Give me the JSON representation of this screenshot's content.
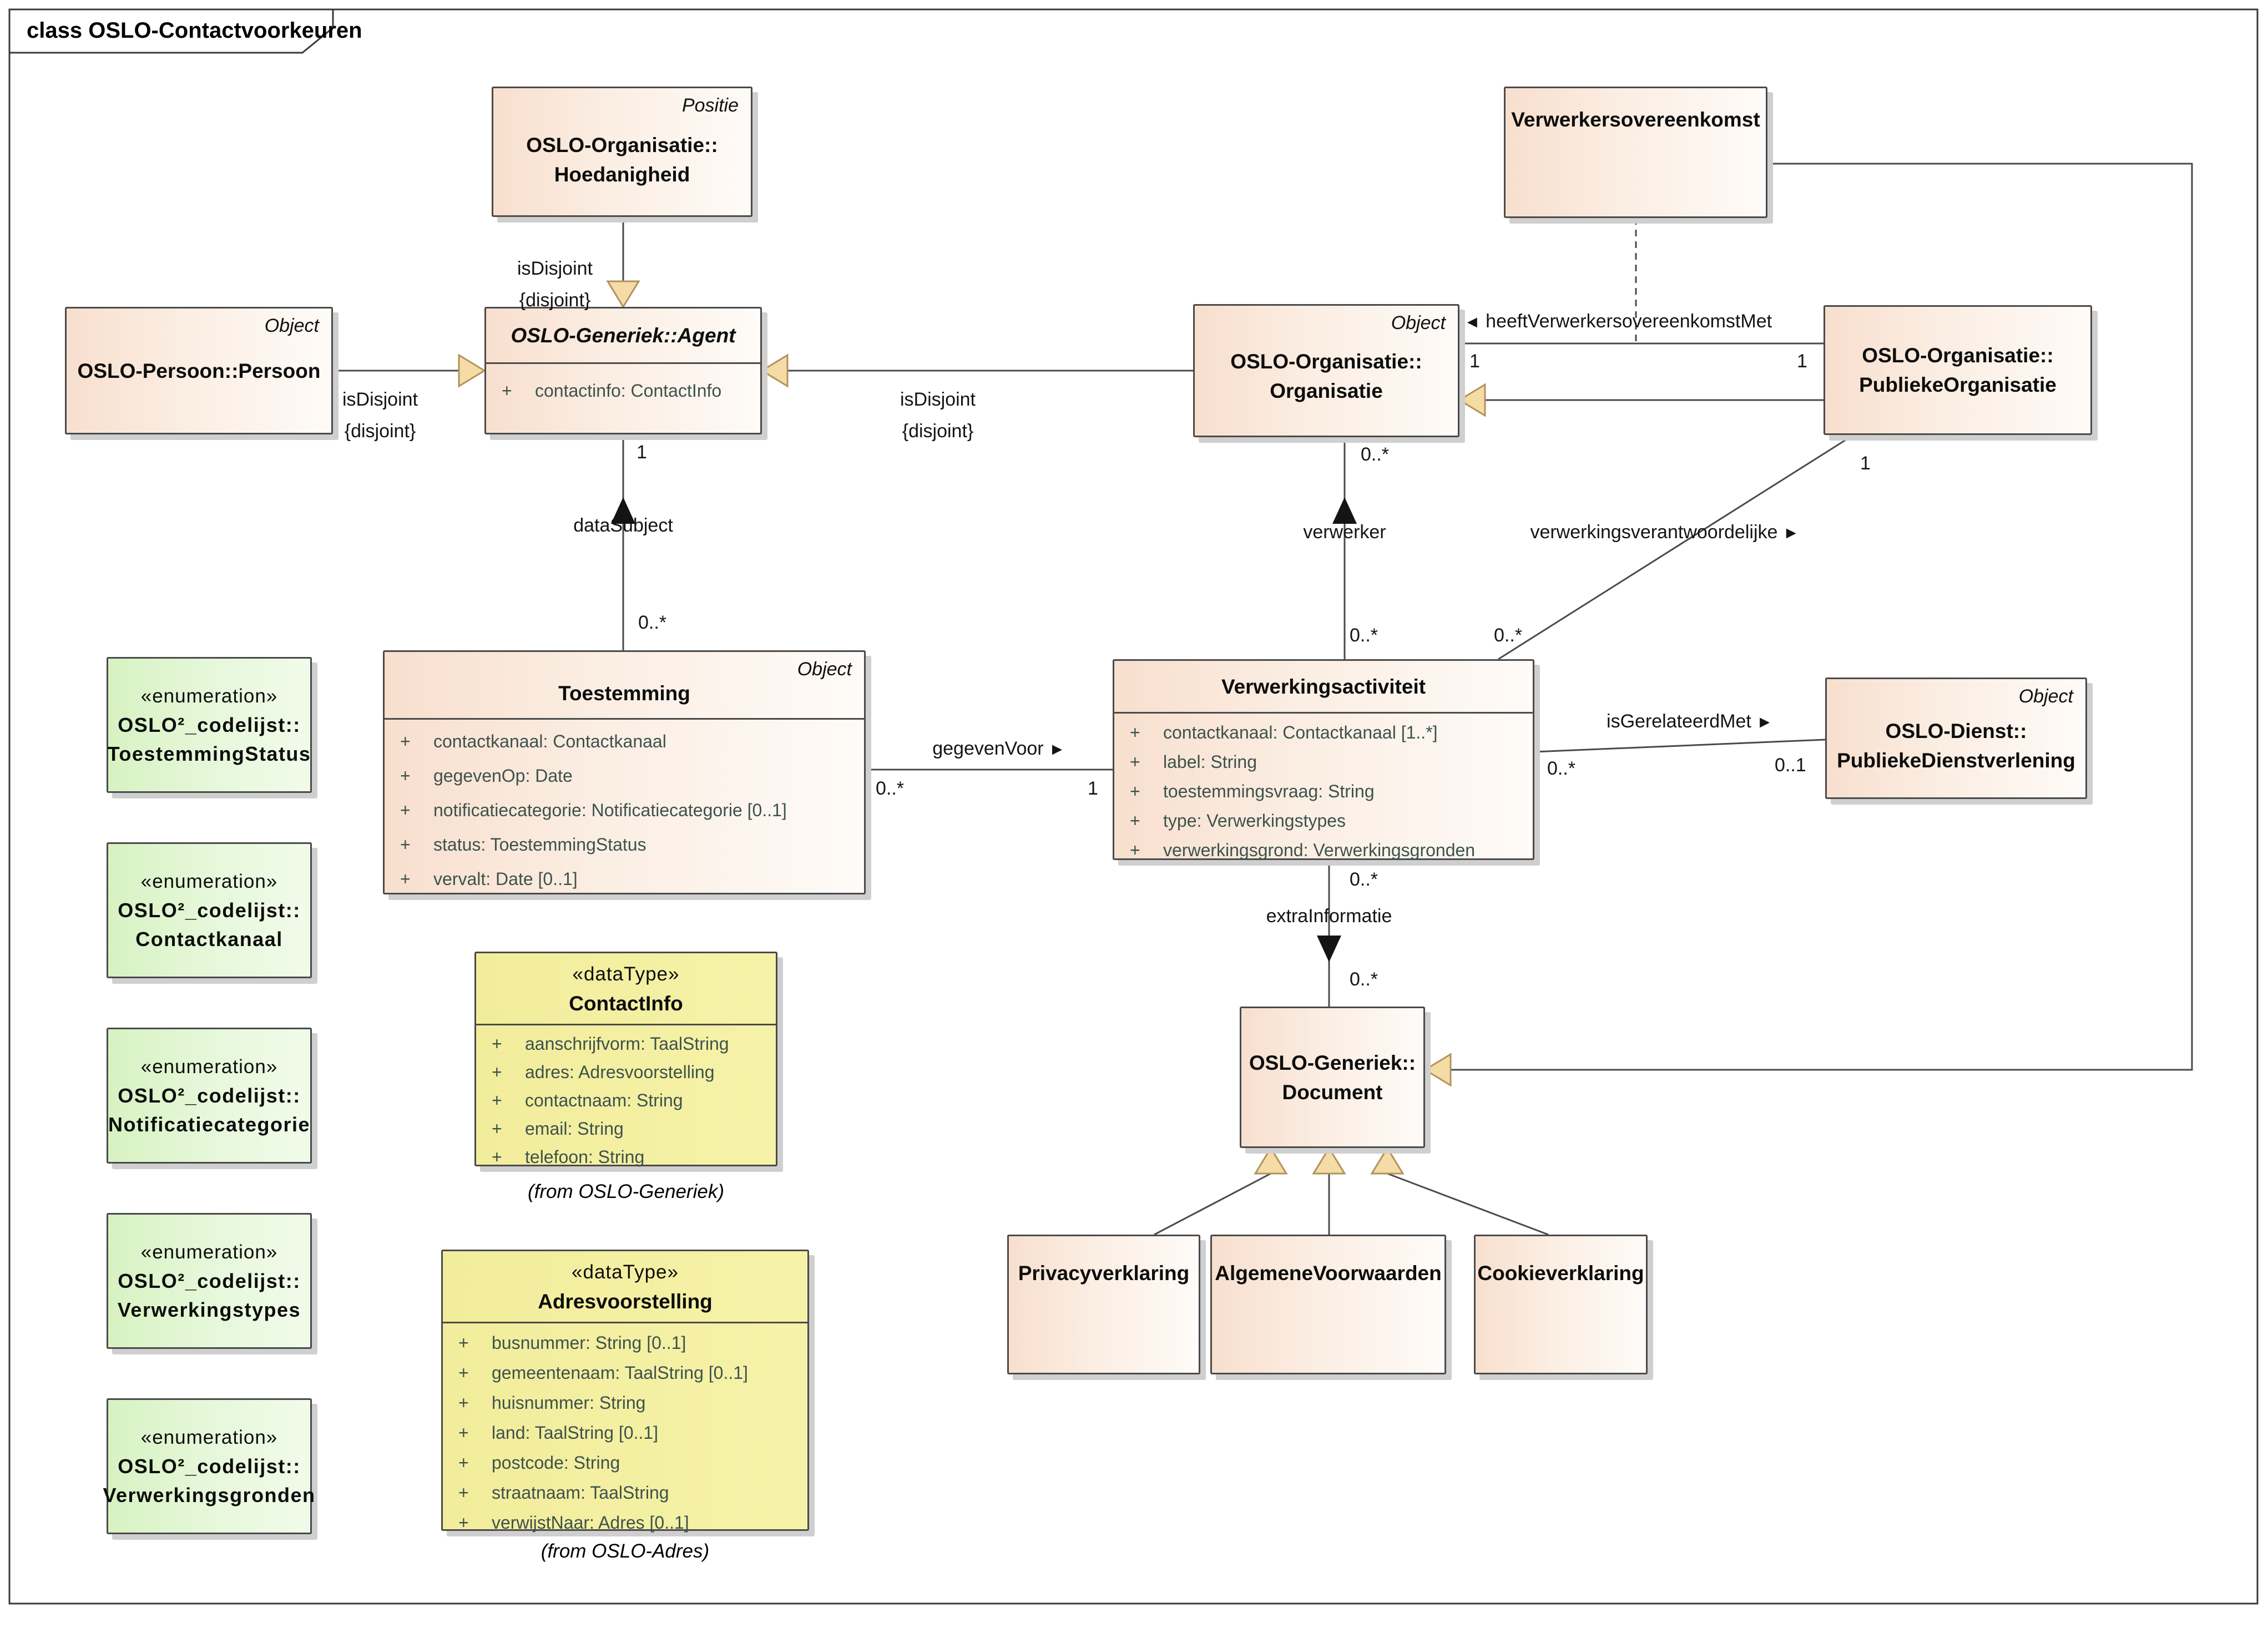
{
  "diagram": {
    "title": "class OSLO-Contactvoorkeuren"
  },
  "ui": {
    "visibility_plus": "+"
  },
  "colors": {
    "class_fill": "#F8DFCE",
    "enum_fill": "#D7F2C2",
    "datatype_fill": "#F2ED9C",
    "generalization_arrow": "#F5DBA6",
    "attribute_text": "#3D524C",
    "line": "#4A4A4A"
  },
  "classes": {
    "hoedanigheid": {
      "tag": "Positie",
      "name1": "OSLO-Organisatie::",
      "name2": "Hoedanigheid"
    },
    "verwerkersovereenkomst": {
      "name1": "Verwerkersovereenkomst"
    },
    "persoon": {
      "tag": "Object",
      "name1": "OSLO-Persoon::Persoon"
    },
    "agent": {
      "name1": "OSLO-Generiek::Agent",
      "attrs": [
        "contactinfo: ContactInfo"
      ]
    },
    "organisatie": {
      "tag": "Object",
      "name1": "OSLO-Organisatie::",
      "name2": "Organisatie"
    },
    "publiekeorganisatie": {
      "name1": "OSLO-Organisatie::",
      "name2": "PubliekeOrganisatie"
    },
    "toestemming": {
      "tag": "Object",
      "name1": "Toestemming",
      "attrs": [
        "contactkanaal: Contactkanaal",
        "gegevenOp: Date",
        "notificatiecategorie: Notificatiecategorie [0..1]",
        "status: ToestemmingStatus",
        "vervalt: Date [0..1]"
      ]
    },
    "verwerkingsactiviteit": {
      "name1": "Verwerkingsactiviteit",
      "attrs": [
        "contactkanaal: Contactkanaal [1..*]",
        "label: String",
        "toestemmingsvraag: String",
        "type: Verwerkingstypes",
        "verwerkingsgrond: Verwerkingsgronden"
      ]
    },
    "publiekedienstverlening": {
      "tag": "Object",
      "name1": "OSLO-Dienst::",
      "name2": "PubliekeDienstverlening"
    },
    "document": {
      "name1": "OSLO-Generiek::",
      "name2": "Document"
    },
    "privacyverklaring": {
      "name1": "Privacyverklaring"
    },
    "algemenevoorwaarden": {
      "name1": "AlgemeneVoorwaarden"
    },
    "cookieverklaring": {
      "name1": "Cookieverklaring"
    }
  },
  "enums": [
    {
      "stereotype": "«enumeration»",
      "name1": "OSLO²_codelijst::",
      "name2": "ToestemmingStatus"
    },
    {
      "stereotype": "«enumeration»",
      "name1": "OSLO²_codelijst::",
      "name2": "Contactkanaal"
    },
    {
      "stereotype": "«enumeration»",
      "name1": "OSLO²_codelijst::",
      "name2": "Notificatiecategorie"
    },
    {
      "stereotype": "«enumeration»",
      "name1": "OSLO²_codelijst::",
      "name2": "Verwerkingstypes"
    },
    {
      "stereotype": "«enumeration»",
      "name1": "OSLO²_codelijst::",
      "name2": "Verwerkingsgronden"
    }
  ],
  "datatypes": {
    "contactinfo": {
      "stereotype": "«dataType»",
      "name": "ContactInfo",
      "attrs": [
        "aanschrijfvorm: TaalString",
        "adres: Adresvoorstelling",
        "contactnaam: String",
        "email: String",
        "telefoon: String"
      ],
      "caption": "(from OSLO-Generiek)"
    },
    "adresvoorstelling": {
      "stereotype": "«dataType»",
      "name": "Adresvoorstelling",
      "attrs": [
        "busnummer: String [0..1]",
        "gemeentenaam: TaalString [0..1]",
        "huisnummer: String",
        "land: TaalString [0..1]",
        "postcode: String",
        "straatnaam: TaalString",
        "verwijstNaar: Adres [0..1]"
      ],
      "caption": "(from OSLO-Adres)"
    }
  },
  "edges": {
    "disjoint_top": {
      "label": "isDisjoint",
      "constraint": "{disjoint}"
    },
    "disjoint_left": {
      "label": "isDisjoint",
      "constraint": "{disjoint}"
    },
    "disjoint_mid": {
      "label": "isDisjoint",
      "constraint": "{disjoint}"
    },
    "datasubject": {
      "label": "dataSubject",
      "mult_source": "1",
      "mult_target": "0..*"
    },
    "gegevenvoor": {
      "label": "gegevenVoor",
      "arrow": "►",
      "mult_source": "0..*",
      "mult_target": "1"
    },
    "verwerker": {
      "label": "verwerker",
      "mult_source": "0..*",
      "mult_target": "0..*"
    },
    "verwerkingsverantwoordelijke": {
      "label": "verwerkingsverantwoordelijke",
      "arrow": "►",
      "mult_source": "1",
      "mult_target": "0..*"
    },
    "heeftverwerkersovereenkomstmet": {
      "arrow": "◄",
      "label": "heeftVerwerkersovereenkomstMet",
      "mult_source": "1",
      "mult_target": "1"
    },
    "isgerelateerdmet": {
      "label": "isGerelateerdMet",
      "arrow": "►",
      "mult_source": "0..*",
      "mult_target": "0..1"
    },
    "extrainformatie": {
      "label": "extraInformatie",
      "mult_source": "0..*",
      "mult_target": "0..*"
    }
  }
}
